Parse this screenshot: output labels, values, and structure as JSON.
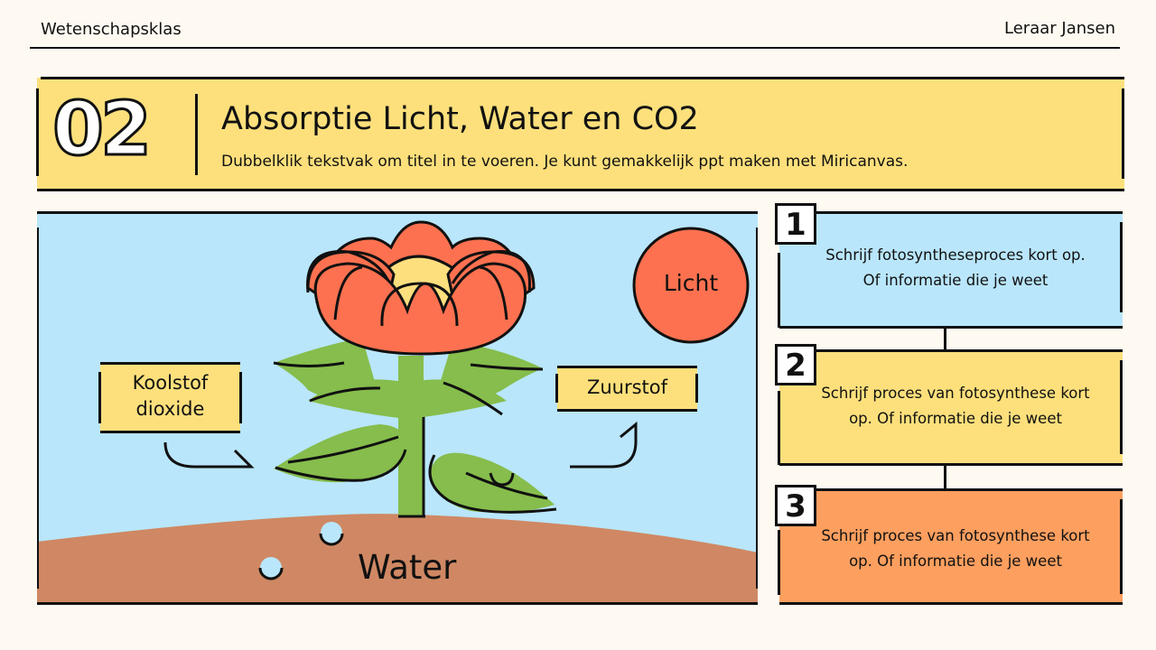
{
  "header": {
    "left": "Wetenschapsklas",
    "right": "Leraar Jansen"
  },
  "title_band": {
    "number": "02",
    "title": "Absorptie Licht, Water en CO2",
    "subtitle": "Dubbelklik tekstvak om titel in te voeren. Je kunt gemakkelijk ppt maken met Miricanvas."
  },
  "scene": {
    "labels": {
      "co2_line1": "Koolstof",
      "co2_line2": "dioxide",
      "oxygen": "Zuurstof",
      "light": "Licht",
      "water": "Water"
    },
    "colors": {
      "sky": "#b9e6fb",
      "soil": "#cf8863",
      "petal": "#fd7150",
      "center": "#fddf7e",
      "leaf": "#86bd4c",
      "label_bg": "#fde07c"
    }
  },
  "steps": [
    {
      "number": "1",
      "line1": "Schrijf fotosyntheseproces kort op.",
      "line2": "Of informatie die je weet",
      "color": "#b9e6fb"
    },
    {
      "number": "2",
      "line1": "Schrijf proces van fotosynthese kort",
      "line2": "op. Of informatie die je weet",
      "color": "#fde07c"
    },
    {
      "number": "3",
      "line1": "Schrijf proces van fotosynthese kort",
      "line2": "op. Of informatie die je weet",
      "color": "#fd9f5f"
    }
  ]
}
